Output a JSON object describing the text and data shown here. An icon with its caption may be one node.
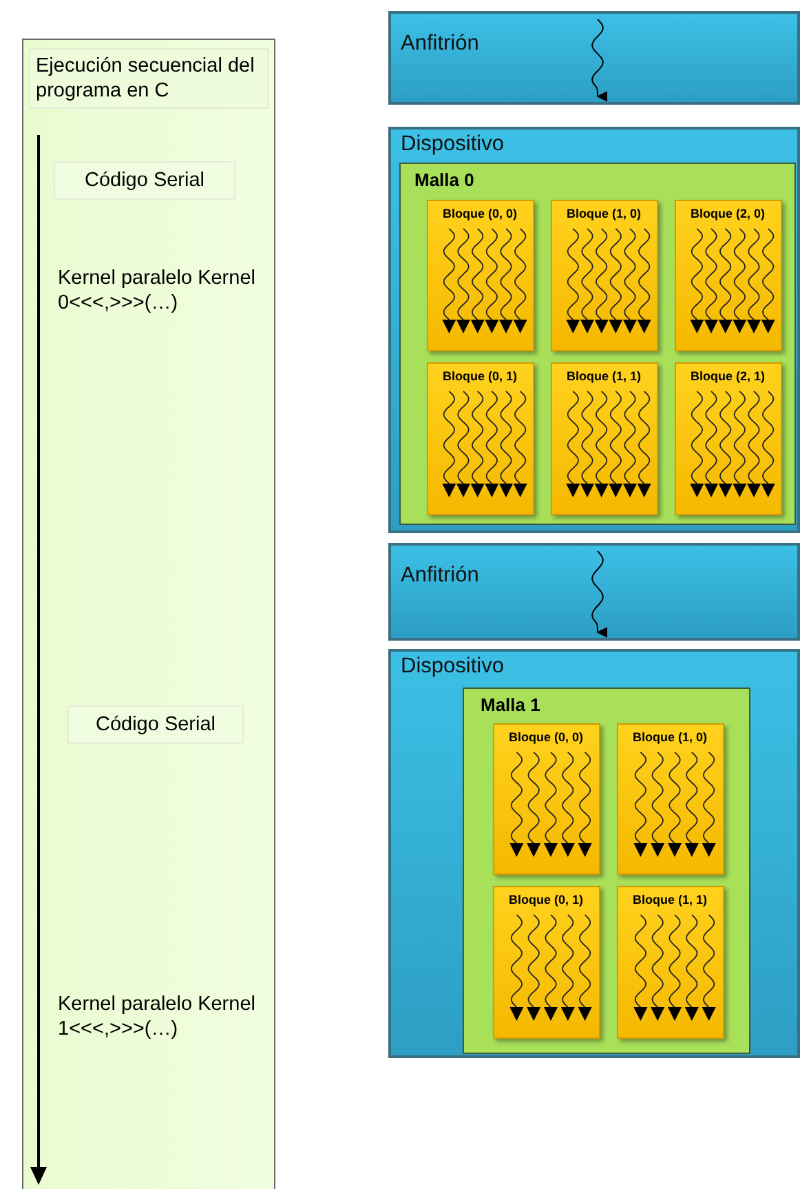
{
  "diagram": {
    "nodes": [
      {
        "text": [
          "Ejecución secuencial del programa en C"
        ]
      },
      {
        "text": [
          "Código Serial"
        ],
        "in": 0
      },
      {
        "text": [
          "Código Serial"
        ],
        "in": 0
      },
      {
        "text": [
          "Anfitrión"
        ]
      },
      {
        "text": [
          "Dispositivo"
        ]
      },
      {
        "text": [
          "Malla 0"
        ],
        "in": 4
      },
      {
        "text": [
          "Bloque (0, 0)"
        ],
        "in": 5
      },
      {
        "text": [
          "Bloque (1, 0)"
        ],
        "in": 5
      },
      {
        "text": [
          "Bloque (2, 0)"
        ],
        "in": 5
      },
      {
        "text": [
          "Bloque (0, 1)"
        ],
        "in": 5
      },
      {
        "text": [
          "Bloque (1, 1)"
        ],
        "in": 5
      },
      {
        "text": [
          "Bloque (2, 1)"
        ],
        "in": 5
      },
      {
        "text": [
          "Anfitrión"
        ]
      },
      {
        "text": [
          "Dispositivo"
        ]
      },
      {
        "text": [
          "Malla 1"
        ],
        "in": 13
      },
      {
        "text": [
          "Bloque (0, 0)"
        ],
        "in": 14
      },
      {
        "text": [
          "Bloque (1, 0)"
        ],
        "in": 14
      },
      {
        "text": [
          "Bloque (0, 1)"
        ],
        "in": 14
      },
      {
        "text": [
          "Bloque (1, 1)"
        ],
        "in": 14
      }
    ],
    "labels": [
      "Kernel paralelo Kernel 0<<<,>>>(…)",
      "Kernel paralelo Kernel 1<<<,>>>(…)"
    ]
  }
}
